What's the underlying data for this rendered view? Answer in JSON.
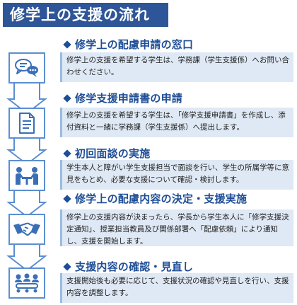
{
  "page_title": "修学上の支援の流れ",
  "steps": [
    {
      "title": "修学上の配慮申請の窓口",
      "description": "修学上の支援を希望する学生は、学務課（学生支援係）へお問い合わせください。",
      "icon": "chat-bubbles-icon"
    },
    {
      "title": "修学支援申請書の申請",
      "description": "修学上の支援を希望する学生は、「修学支援申請書」を作成し、添付資料と一緒に学務課（学生支援係）へ提出します。",
      "icon": "document-icon"
    },
    {
      "title": "初回面談の実施",
      "description": "学生本人と障がい学生支援担当で面談を行い、学生の所属学等に意見をもとめ、必要な支援について確認・検討します。",
      "icon": "meeting-icon"
    },
    {
      "title": "修学上の配慮内容の決定・支援実施",
      "description": "修学上の支援内容が決まったら、学長から学生本人に「修学支援決定通知」、授業担当教員及び関係部署へ「配慮依頼」により通知し、支援を開始します。",
      "icon": "handshake-icon"
    },
    {
      "title": "支援内容の確認・見直し",
      "description": "支援開始後も必要に応じて、支援状況の確認や見直しを行い、支援内容を調整します。",
      "icon": "group-icon"
    }
  ],
  "colors": {
    "title_bg": "#2e5597",
    "accent": "#1f4e96",
    "icon_stroke": "#5b8fd1",
    "desc_bg": "#dfe9f5",
    "arrow_fill": "#ffffff"
  }
}
